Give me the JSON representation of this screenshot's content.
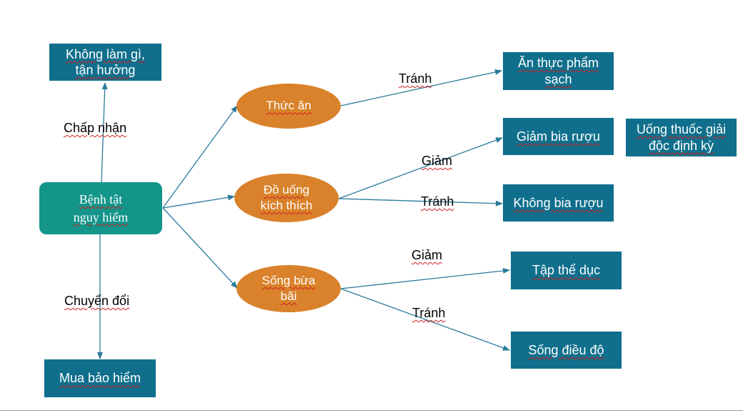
{
  "colors": {
    "box": "#0f6f8c",
    "ellipse": "#d9822b",
    "root": "#14958a",
    "arrow": "#2a7b9b"
  },
  "root": {
    "text": "Bệnh tật\nnguy hiểm"
  },
  "categories": {
    "thuc_an": "Thức ăn",
    "do_uong": "Đồ uống\nkích thích",
    "song_bua_bai": "Sống bừa\nbãi"
  },
  "outcomes": {
    "khong_lam_gi": "Không làm gì,\ntận hưởng",
    "mua_bao_hiem": "Mua bảo hiểm",
    "an_thuc_pham_sach": "Ăn thực phẩm\nsạch",
    "giam_bia_ruou": "Giảm bia rượu",
    "uong_thuoc": "Uống thuốc giải\nđộc định kỳ",
    "khong_bia_ruou": "Không bia rượu",
    "tap_the_duc": "Tập thể dục",
    "song_dieu_do": "Sống điều độ"
  },
  "edge_labels": {
    "chap_nhan": "Chấp nhận",
    "chuyen_doi": "Chuyển đổi",
    "tranh_1": "Tránh",
    "giam_1": "Giảm",
    "tranh_2": "Tránh",
    "giam_2": "Giảm",
    "tranh_3": "Tránh"
  }
}
